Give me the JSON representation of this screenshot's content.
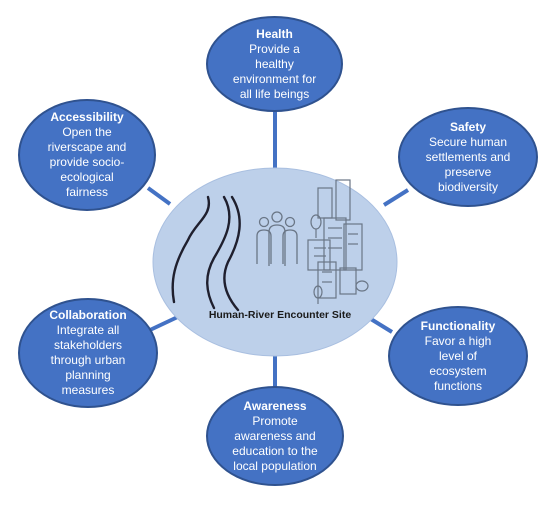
{
  "center": {
    "label": "Human-River Encounter Site"
  },
  "nodes": [
    {
      "key": "health",
      "title": "Health",
      "text": "Provide a healthy environment for all life beings"
    },
    {
      "key": "safety",
      "title": "Safety",
      "text": "Secure human settlements and preserve biodiversity"
    },
    {
      "key": "functionality",
      "title": "Functionality",
      "text": "Favor a high level of ecosystem functions"
    },
    {
      "key": "awareness",
      "title": "Awareness",
      "text": "Promote awareness and education to the local population"
    },
    {
      "key": "collaboration",
      "title": "Collaboration",
      "text": "Integrate all stakeholders through urban planning measures"
    },
    {
      "key": "accessibility",
      "title": "Accessibility",
      "text": "Open the riverscape and provide socio-ecological fairness"
    }
  ],
  "colors": {
    "node_fill": "#4472c4",
    "node_border": "#2f528f",
    "center_fill": "#bdd0ea",
    "connector": "#4472c4"
  },
  "icons": [
    "river-icon",
    "people-icon",
    "city-icon"
  ]
}
